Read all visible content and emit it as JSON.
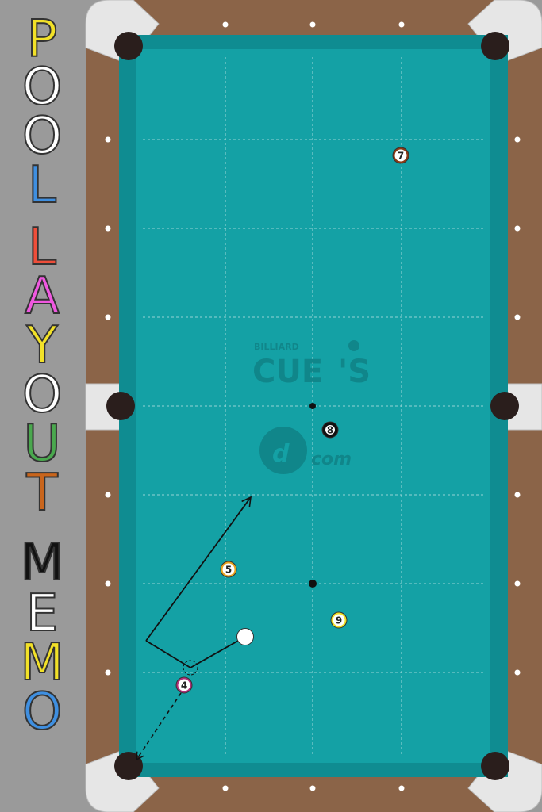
{
  "title": {
    "letters": [
      "P",
      "O",
      "O",
      "L",
      "L",
      "A",
      "Y",
      "O",
      "U",
      "T",
      "M",
      "E",
      "M",
      "O"
    ],
    "colors": [
      "#f2e128",
      "#ffffff",
      "#ffffff",
      "#3f8fe0",
      "#ee4e3a",
      "#f058e0",
      "#f2e128",
      "#ffffff",
      "#4aa84e",
      "#c9651c",
      "#111111",
      "#ffffff",
      "#f2e128",
      "#3f8fe0",
      "#ffffff"
    ]
  },
  "logo": {
    "small": "BILLIARD",
    "main": "CUE",
    "suffix": "'S",
    "domain": "com"
  },
  "balls": [
    {
      "id": "ball-7",
      "label": "7",
      "kind": "stripe",
      "color": "#8b3a14"
    },
    {
      "id": "ball-8",
      "label": "8",
      "kind": "solid",
      "color": "#111111"
    },
    {
      "id": "ball-5",
      "label": "5",
      "kind": "stripe",
      "color": "#e8a420"
    },
    {
      "id": "ball-9",
      "label": "9",
      "kind": "stripe",
      "color": "#f2e128"
    },
    {
      "id": "ball-4",
      "label": "4",
      "kind": "stripe",
      "color": "#b0307a"
    },
    {
      "id": "cue-ball",
      "label": "",
      "kind": "cue",
      "color": "#ffffff"
    }
  ],
  "colors": {
    "felt": "#14a1a5",
    "felt_dark": "#0f8c91",
    "rail_wood": "#8b6448",
    "pocket": "#2a1e1c",
    "corner_metal": "#e8e8e8",
    "background": "#9a9a9a"
  }
}
